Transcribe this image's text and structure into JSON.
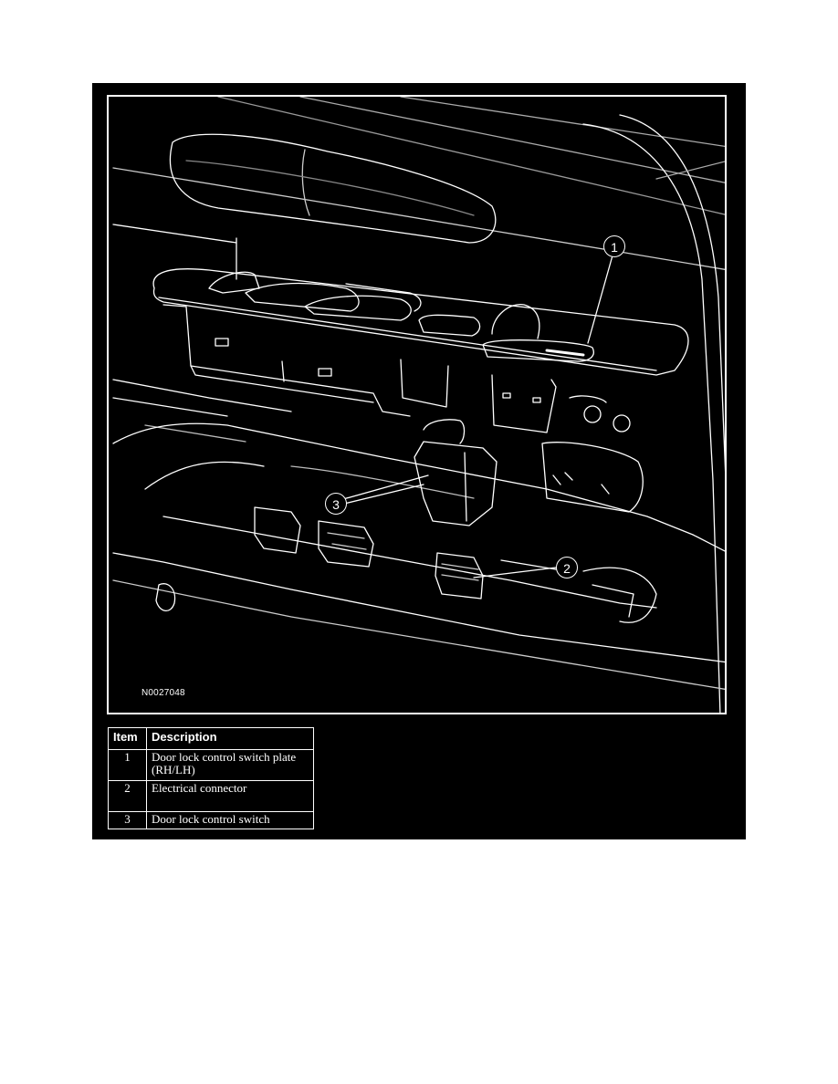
{
  "figure": {
    "id_label": "N0027048",
    "description": "Line drawing of door trim panel with door lock control switch plate removed, showing switch and electrical connectors",
    "callouts": [
      {
        "number": "1",
        "target": "Door lock control switch plate"
      },
      {
        "number": "2",
        "target": "Electrical connector"
      },
      {
        "number": "3",
        "target": "Door lock control switch"
      }
    ],
    "colors": {
      "background": "#000000",
      "lines": "#ffffff"
    }
  },
  "legend_table": {
    "headers": {
      "item": "Item",
      "description": "Description"
    },
    "rows": [
      {
        "item": "1",
        "description": "Door lock control switch plate (RH/LH)"
      },
      {
        "item": "2",
        "description": "Electrical connector"
      },
      {
        "item": "3",
        "description": "Door lock control switch"
      }
    ]
  }
}
